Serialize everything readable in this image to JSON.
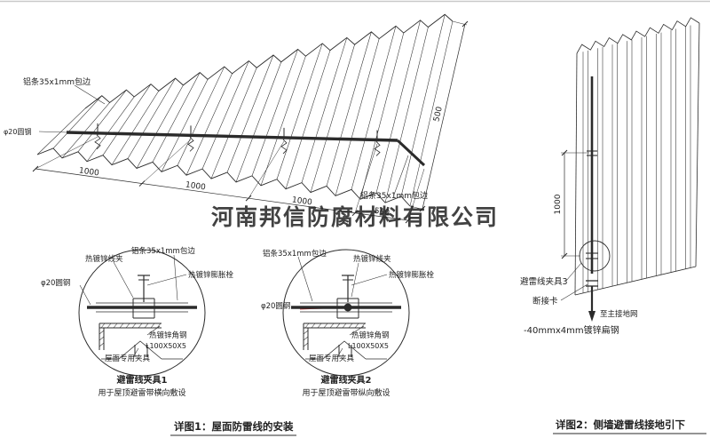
{
  "watermark": "河南邦信防腐材料有限公司",
  "roof": {
    "label_strip_top": "铝条35x1mm包边",
    "label_strip_right": "铝条35x1mm包边",
    "label_round_steel": "φ20圆钢",
    "dims": [
      "1000",
      "1000",
      "1000",
      "500"
    ],
    "dim_500_right": "500"
  },
  "detail1": {
    "title": "避雷线夹具1",
    "subtitle": "用于屋顶避雷带横向敷设",
    "labels": {
      "wire_clip": "热镀锌线夹",
      "strip": "铝条35x1mm包边",
      "expansion_bolt": "热镀锌膨胀栓",
      "round_steel": "φ20圆钢",
      "angle_steel": "热镀锌角钢",
      "angle_spec": "L100X50X5",
      "roof_clamp": "屋面专用夹具"
    }
  },
  "detail2": {
    "title": "避雷线夹具2",
    "subtitle": "用于屋顶避雷带纵向敷设",
    "labels": {
      "strip": "铝条35x1mm包边",
      "wire_clip": "热镀锌线夹",
      "expansion_bolt": "热镀锌膨胀栓",
      "round_steel": "φ20圆钢",
      "angle_steel": "热镀锌角钢",
      "angle_spec": "L100X50X5",
      "roof_clamp": "屋面专用夹具"
    }
  },
  "wall": {
    "dim_1000": "1000",
    "clamp3": "避雷线夹具3",
    "disconnect": "断接卡",
    "to_ground": "至主接地网",
    "flat_steel": "-40mmx4mm镀锌扁钢"
  },
  "captions": {
    "detail1": "详图1：屋面防雷线的安装",
    "detail2": "详图2：侧墙避雷线接地引下"
  },
  "colors": {
    "line": "#2b2b2b",
    "red": "#cc1111",
    "watermark": "#9c9c9c"
  }
}
